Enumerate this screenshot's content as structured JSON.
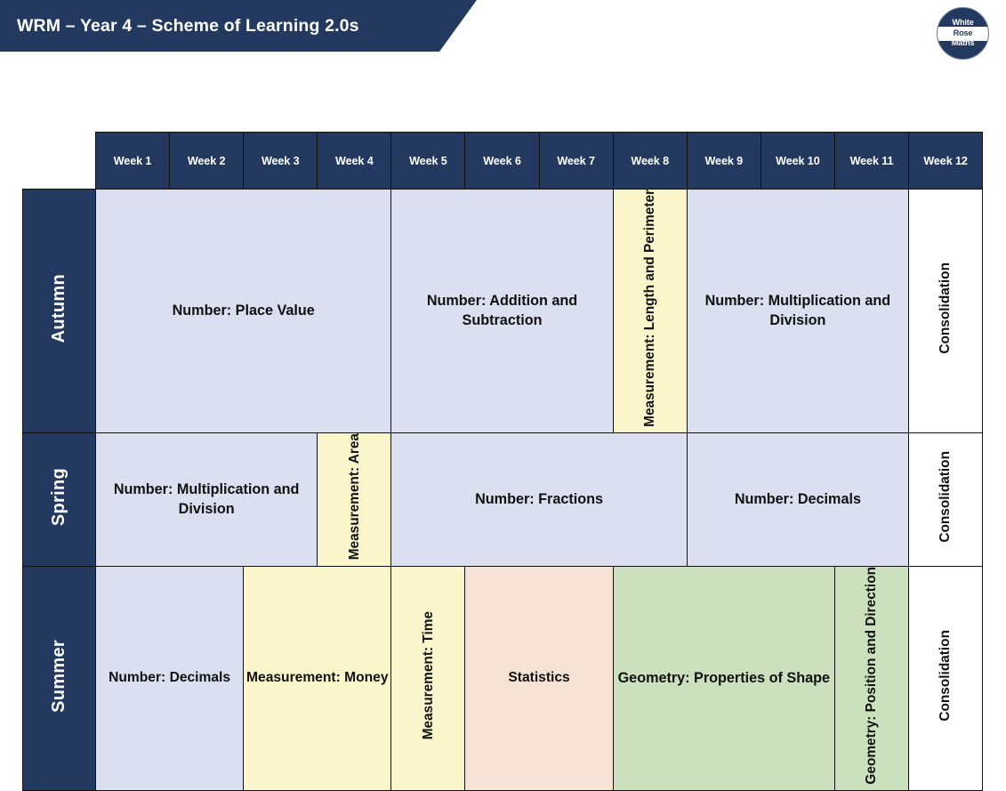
{
  "header": {
    "title": "WRM – Year 4 – Scheme of Learning 2.0s",
    "banner_color": "#23395F"
  },
  "logo": {
    "name": "white-rose-maths-logo",
    "line1": "White",
    "line2": "Rose",
    "line3": "Maths"
  },
  "grid": {
    "week_headers": [
      "Week 1",
      "Week 2",
      "Week 3",
      "Week 4",
      "Week 5",
      "Week 6",
      "Week 7",
      "Week 8",
      "Week 9",
      "Week 10",
      "Week 11",
      "Week 12"
    ],
    "seasons": [
      "Autumn",
      "Spring",
      "Summer"
    ],
    "colors": {
      "navy": "#23395F",
      "number_lavender": "#DBDFEF",
      "measurement_yellow": "#FAF5CB",
      "geometry_green": "#CBE0BC",
      "statistics_pink": "#F7E2D6",
      "consolidation_white": "#FFFFFF",
      "border": "#111111"
    },
    "rows": [
      {
        "season": "Autumn",
        "units": [
          {
            "label": "Number: Place Value",
            "weeks": 4,
            "color": "lav",
            "rotated": false
          },
          {
            "label": "Number: Addition and Subtraction",
            "weeks": 3,
            "color": "lav",
            "rotated": false
          },
          {
            "label": "Measurement: Length and Perimeter",
            "weeks": 1,
            "color": "yel",
            "rotated": true
          },
          {
            "label": "Number: Multiplication and Division",
            "weeks": 3,
            "color": "lav",
            "rotated": false
          },
          {
            "label": "Consolidation",
            "weeks": 1,
            "color": "white",
            "rotated": true
          }
        ]
      },
      {
        "season": "Spring",
        "units": [
          {
            "label": "Number: Multiplication and Division",
            "weeks": 3,
            "color": "lav",
            "rotated": false
          },
          {
            "label": "Measurement: Area",
            "weeks": 1,
            "color": "yel",
            "rotated": true
          },
          {
            "label": "Number: Fractions",
            "weeks": 4,
            "color": "lav",
            "rotated": false
          },
          {
            "label": "Number: Decimals",
            "weeks": 3,
            "color": "lav",
            "rotated": false
          },
          {
            "label": "Consolidation",
            "weeks": 1,
            "color": "white",
            "rotated": true
          }
        ]
      },
      {
        "season": "Summer",
        "units": [
          {
            "label": "Number: Decimals",
            "weeks": 2,
            "color": "lav",
            "rotated": false
          },
          {
            "label": "Measurement: Money",
            "weeks": 2,
            "color": "yel",
            "rotated": false
          },
          {
            "label": "Measurement: Time",
            "weeks": 1,
            "color": "yel",
            "rotated": true
          },
          {
            "label": "Statistics",
            "weeks": 2,
            "color": "pnk",
            "rotated": false
          },
          {
            "label": "Geometry: Properties of Shape",
            "weeks": 3,
            "color": "grn",
            "rotated": false
          },
          {
            "label": "Geometry: Position and Direction",
            "weeks": 1,
            "color": "grn",
            "rotated": true
          },
          {
            "label": "Consolidation",
            "weeks": 1,
            "color": "white",
            "rotated": true
          }
        ]
      }
    ]
  }
}
